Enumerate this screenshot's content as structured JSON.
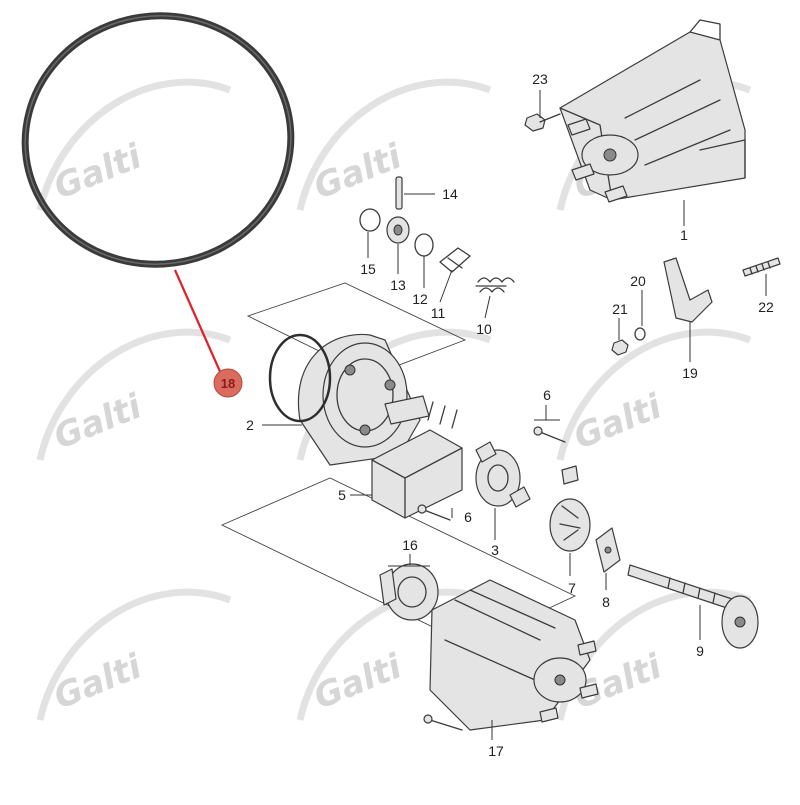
{
  "watermark": {
    "text": "Galti"
  },
  "callouts": {
    "p1": "1",
    "p2": "2",
    "p3": "3",
    "p5": "5",
    "p6a": "6",
    "p6b": "6",
    "p7": "7",
    "p8": "8",
    "p9": "9",
    "p10": "10",
    "p11": "11",
    "p12": "12",
    "p13": "13",
    "p14": "14",
    "p15": "15",
    "p16": "16",
    "p17": "17",
    "p19": "19",
    "p20": "20",
    "p21": "21",
    "p22": "22",
    "p23": "23"
  },
  "highlight": {
    "label": "18",
    "color": "#d96b5f",
    "leader_color": "#e0202a"
  },
  "colors": {
    "oring": "#3a3a3a",
    "watermark": "#d6d6d6"
  }
}
